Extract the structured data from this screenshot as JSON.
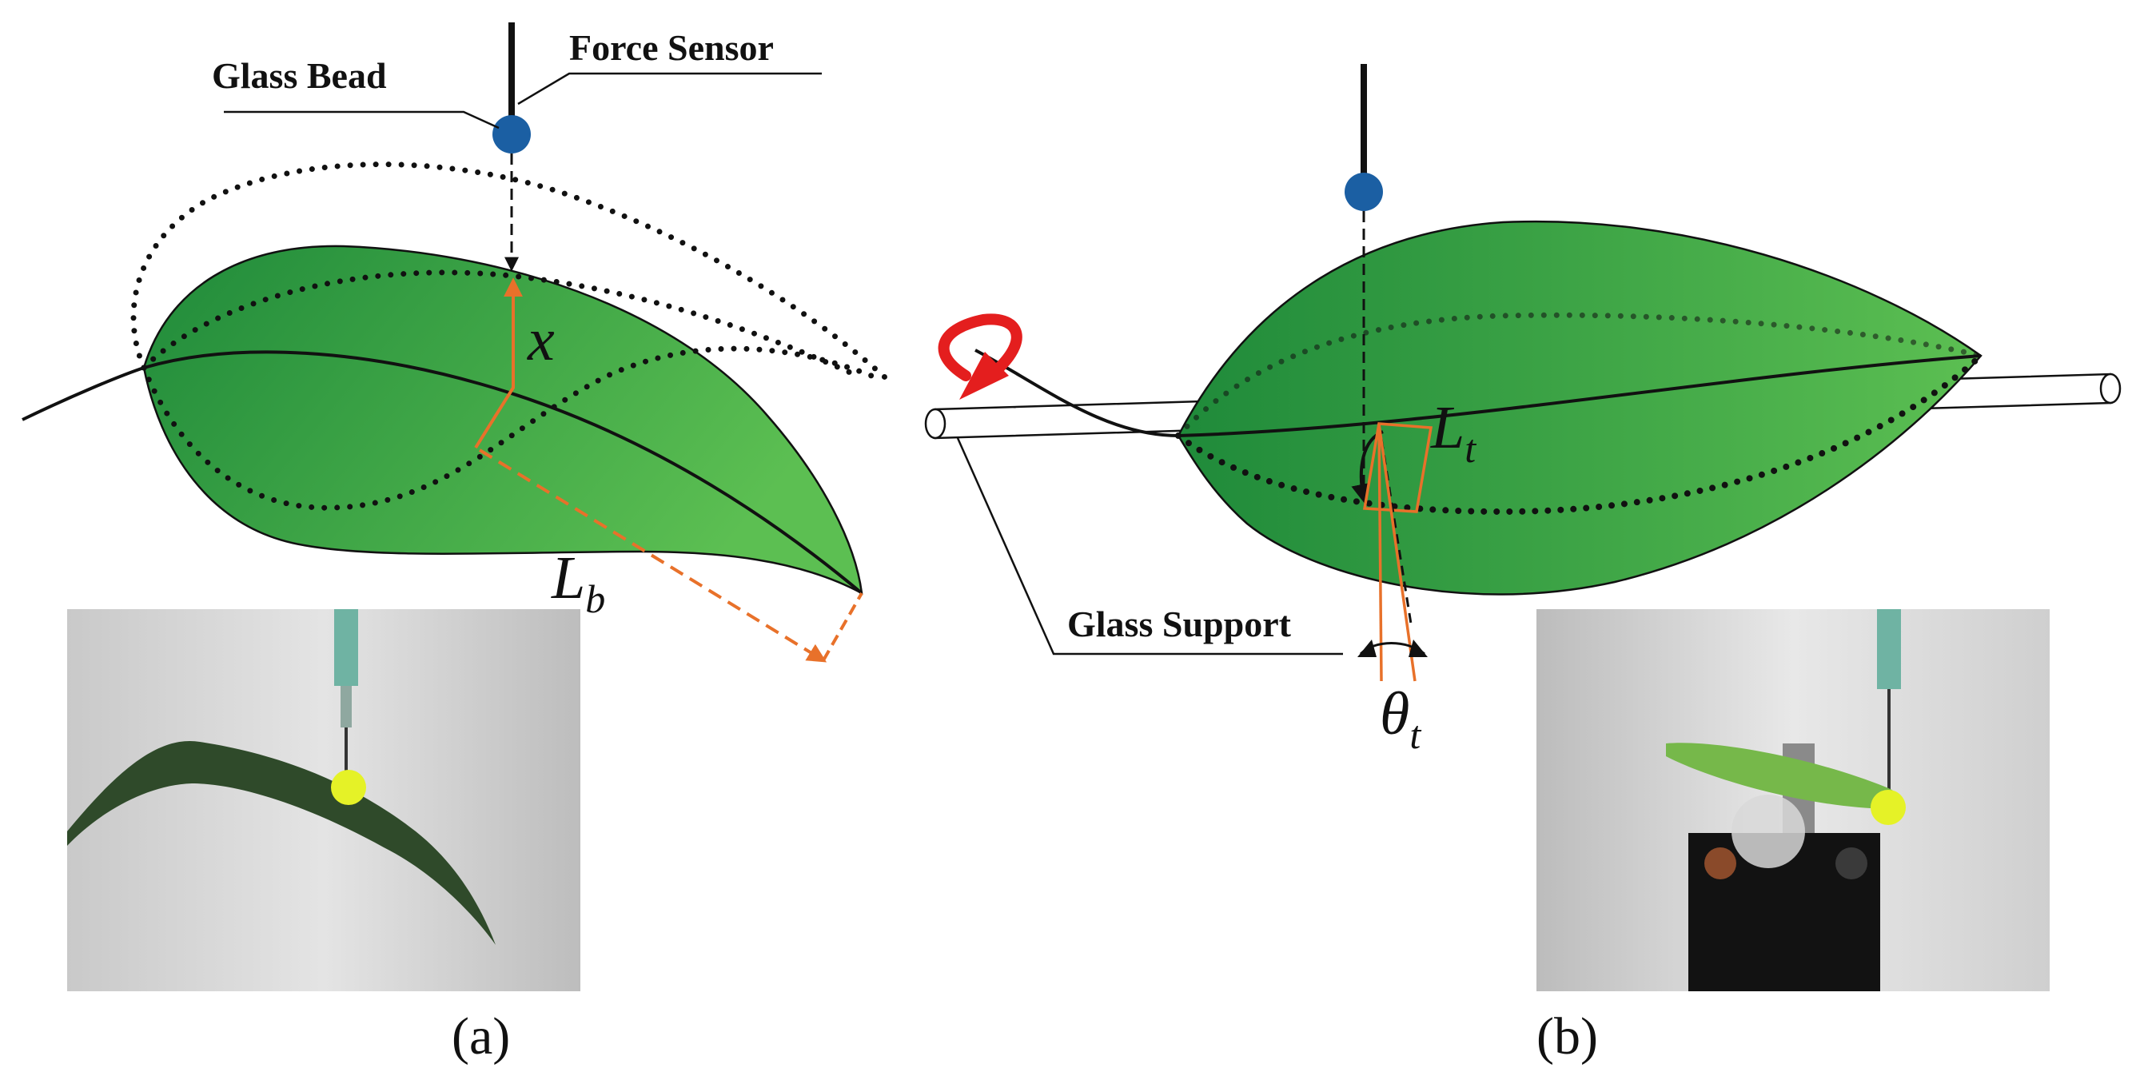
{
  "labels": {
    "glass_bead": "Glass Bead",
    "force_sensor": "Force Sensor",
    "glass_support": "Glass Support",
    "x_symbol": "x",
    "lb_main": "L",
    "lb_sub": "b",
    "lt_main": "L",
    "lt_sub": "t",
    "theta_main": "θ",
    "theta_sub": "t"
  },
  "captions": {
    "a": "(a)",
    "b": "(b)"
  },
  "colors": {
    "leaf_dark": "#1f8a3a",
    "leaf_light": "#5cbf52",
    "bead_blue": "#1b5fa3",
    "measure_orange": "#e8712a",
    "rotation_red": "#e41e1e",
    "photo_ball_yellow": "#e5f227"
  },
  "photos": {
    "a": {
      "description_icon": "photo-leaf-bending-icon"
    },
    "b": {
      "description_icon": "photo-leaf-torsion-icon"
    }
  }
}
